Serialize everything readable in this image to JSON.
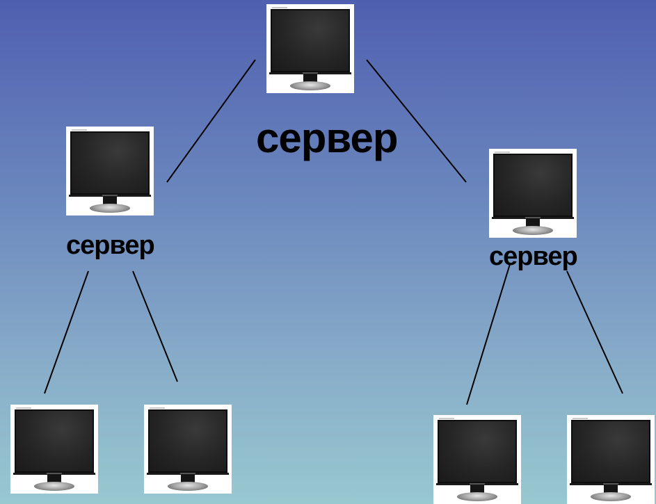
{
  "diagram": {
    "nodes": [
      {
        "id": "server-top",
        "label": "сервер"
      },
      {
        "id": "server-left",
        "label": "сервер"
      },
      {
        "id": "server-right",
        "label": "сервер"
      },
      {
        "id": "client-left-1",
        "label": ""
      },
      {
        "id": "client-left-2",
        "label": ""
      },
      {
        "id": "client-right-1",
        "label": ""
      },
      {
        "id": "client-right-2",
        "label": ""
      }
    ],
    "edges": [
      [
        "server-top",
        "server-left"
      ],
      [
        "server-top",
        "server-right"
      ],
      [
        "server-left",
        "client-left-1"
      ],
      [
        "server-left",
        "client-left-2"
      ],
      [
        "server-right",
        "client-right-1"
      ],
      [
        "server-right",
        "client-right-2"
      ]
    ],
    "labels": {
      "top": "сервер",
      "left": "сервер",
      "right": "сервер"
    }
  },
  "colors": {
    "background_top": "#4f5fb0",
    "background_bottom": "#98c8d0",
    "line": "#000000",
    "text": "#000000"
  },
  "icons": [
    "monitor-icon"
  ]
}
